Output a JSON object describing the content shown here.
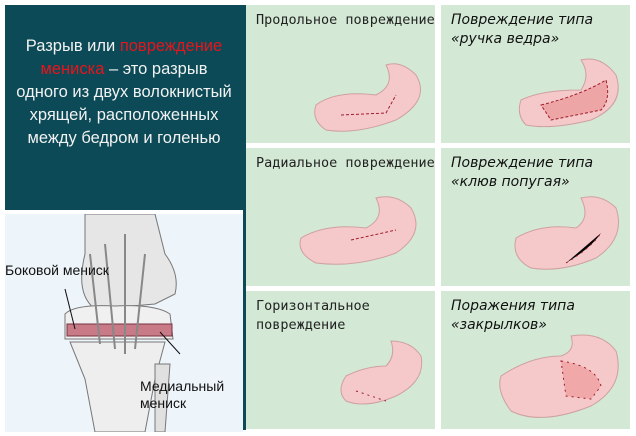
{
  "definition": {
    "part1": "Разрыв или ",
    "highlight": "повреждение мениска",
    "part2": " – это разрыв одного из двух волокнистый хрящей, расположенных между бедром и голенью"
  },
  "knee": {
    "lateral_label": "Боковой мениск",
    "medial_label": "Медиальный мениск"
  },
  "rows": [
    {
      "left": "Продольное повреждение",
      "right": "Повреждение типа «ручка ведра»"
    },
    {
      "left": "Радиальное повреждение",
      "right": "Повреждение типа «клюв попугая»"
    },
    {
      "left": "Горизонтальное повреждение",
      "right": "Поражения типа «закрылков»"
    }
  ],
  "colors": {
    "panel": "#0b4a56",
    "highlight": "#e8141c",
    "cell": "#d3e9d5"
  }
}
